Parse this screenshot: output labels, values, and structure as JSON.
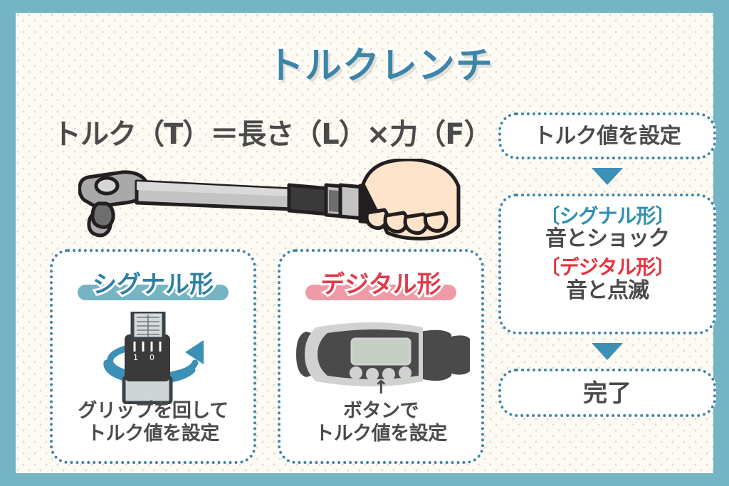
{
  "page": {
    "title": "トルクレンチ",
    "formula": "トルク（T）＝長さ（L）×力（F）",
    "border_color": "#74b4c4",
    "panel_color": "#fcfaf2",
    "accent_blue": "#3d85a8",
    "accent_red": "#e03c4a"
  },
  "illustration": {
    "wrench_alt": "torque-wrench-held-in-hand"
  },
  "cards": [
    {
      "id": "signal",
      "title": "シグナル形",
      "title_color": "#2f7fa3",
      "bar_color": "#74b4c4",
      "figure": "grip-with-scale-rotation-arrow",
      "caption_line1": "グリップを回して",
      "caption_line2": "トルク値を設定",
      "arrow": ""
    },
    {
      "id": "digital",
      "title": "デジタル形",
      "title_color": "#e03c4a",
      "bar_color": "#f09aa8",
      "figure": "digital-display-with-buttons",
      "caption_line1": "ボタンで",
      "caption_line2": "トルク値を設定",
      "arrow": "↑"
    }
  ],
  "flow": {
    "step1": "トルク値を設定",
    "step2": {
      "signal_label": "〔シグナル形〕",
      "signal_desc": "音とショック",
      "digital_label": "〔デジタル形〕",
      "digital_desc": "音と点滅"
    },
    "step3": "完了",
    "arrow_color": "#3d90b5"
  }
}
